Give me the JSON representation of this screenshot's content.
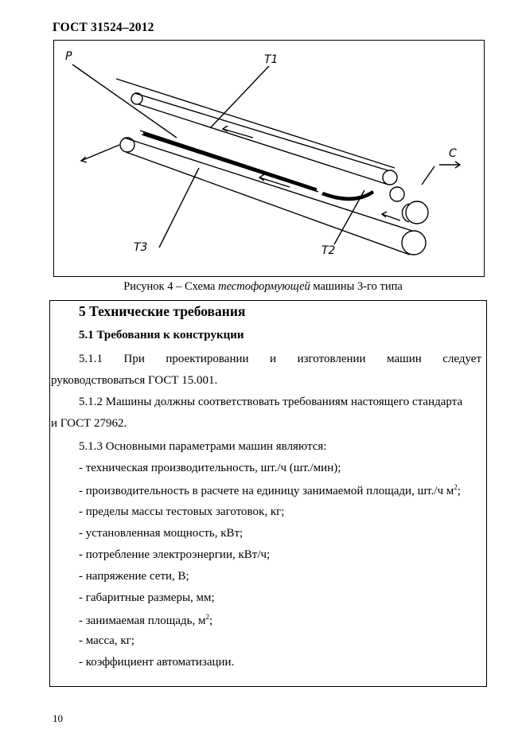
{
  "header": {
    "standard": "ГОСТ  31524–2012"
  },
  "figure": {
    "labels": {
      "p": "P",
      "t1": "T1",
      "c": "C",
      "t3": "T3",
      "t2": "T2"
    },
    "caption_prefix": "Рисунок 4 – Схема ",
    "caption_italic": "тестоформующей",
    "caption_suffix": " машины 3-го типа"
  },
  "section": {
    "title": "5 Технические требования",
    "subtitle": "5.1 Требования к конструкции",
    "p511_words": [
      "5.1.1",
      "При",
      "проектировании",
      "и",
      "изготовлении",
      "машин",
      "следует"
    ],
    "p511_line2": "руководствоваться  ГОСТ  15.001.",
    "p512_line1": "5.1.2 Машины должны соответствовать требованиям настоящего стандарта",
    "p512_line2": "и ГОСТ 27962.",
    "p513": "5.1.3 Основными параметрами  машин являются:",
    "items": [
      "- техническая производительность, шт./ч (шт./мин);",
      "- производительность в расчете на единицу занимаемой площади, шт./ч м",
      "- пределы массы тестовых заготовок, кг;",
      "- установленная мощность, кВт;",
      "- потребление электроэнергии, кВт/ч;",
      "- напряжение сети, В;",
      "- габаритные размеры, мм;",
      "- занимаемая площадь,  м",
      "-  масса, кг;",
      "- коэффициент автоматизации."
    ],
    "superscript": "2",
    "item_suffix": ";"
  },
  "page_number": "10"
}
